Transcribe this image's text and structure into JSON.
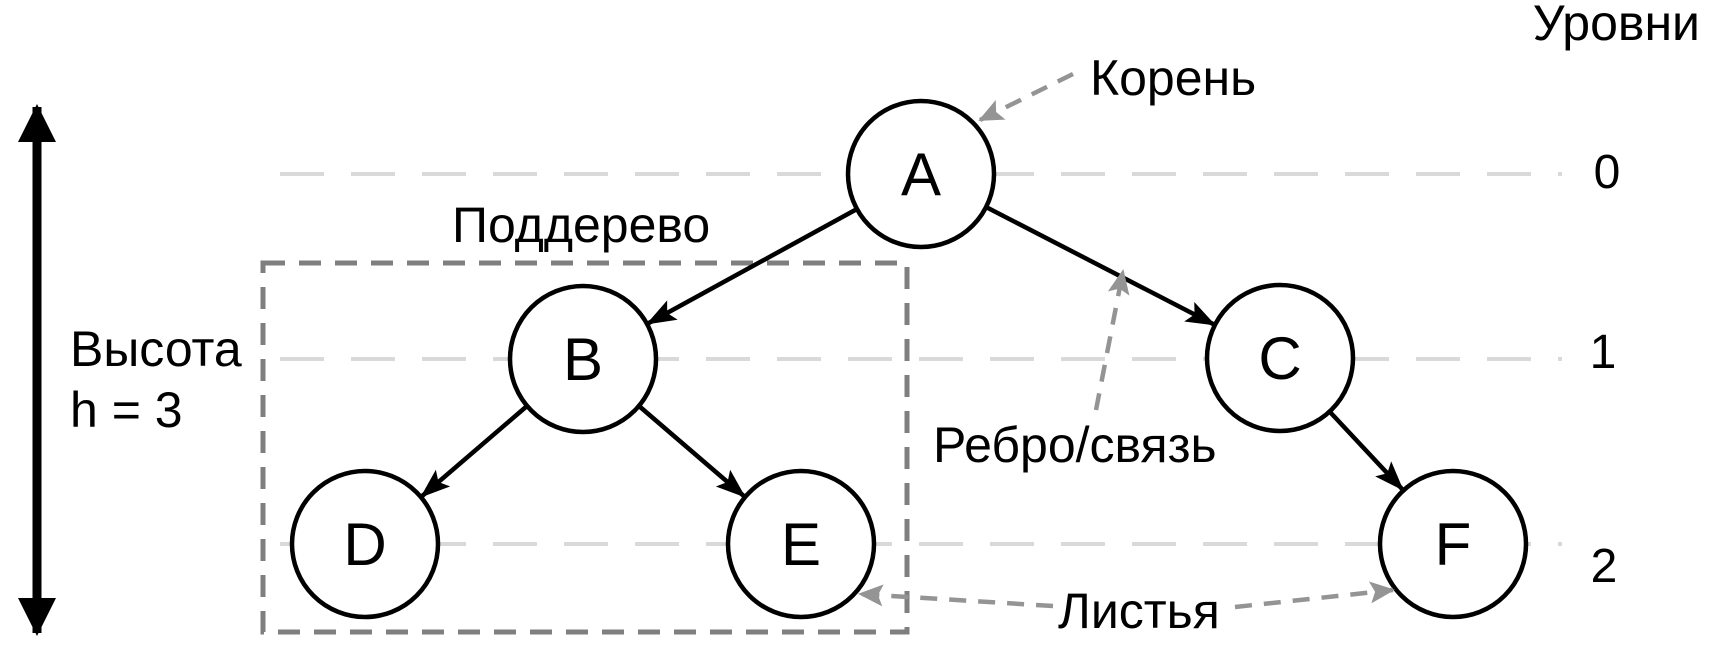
{
  "colors": {
    "background": "#ffffff",
    "node_stroke": "#000000",
    "node_fill": "#ffffff",
    "edge": "#000000",
    "level_line": "#d9d9d9",
    "subtree_box": "#7f7f7f",
    "annotation_arrow": "#949494",
    "text": "#000000"
  },
  "levels_title": "Уровни",
  "levels": [
    {
      "label": "0"
    },
    {
      "label": "1"
    },
    {
      "label": "2"
    }
  ],
  "nodes": [
    {
      "id": "A",
      "label": "A"
    },
    {
      "id": "B",
      "label": "B"
    },
    {
      "id": "C",
      "label": "C"
    },
    {
      "id": "D",
      "label": "D"
    },
    {
      "id": "E",
      "label": "E"
    },
    {
      "id": "F",
      "label": "F"
    }
  ],
  "annotations": {
    "root": "Корень",
    "subtree": "Поддерево",
    "edge": "Ребро/связь",
    "leaves": "Листья",
    "height_line1": "Высота",
    "height_line2": "h = 3"
  }
}
